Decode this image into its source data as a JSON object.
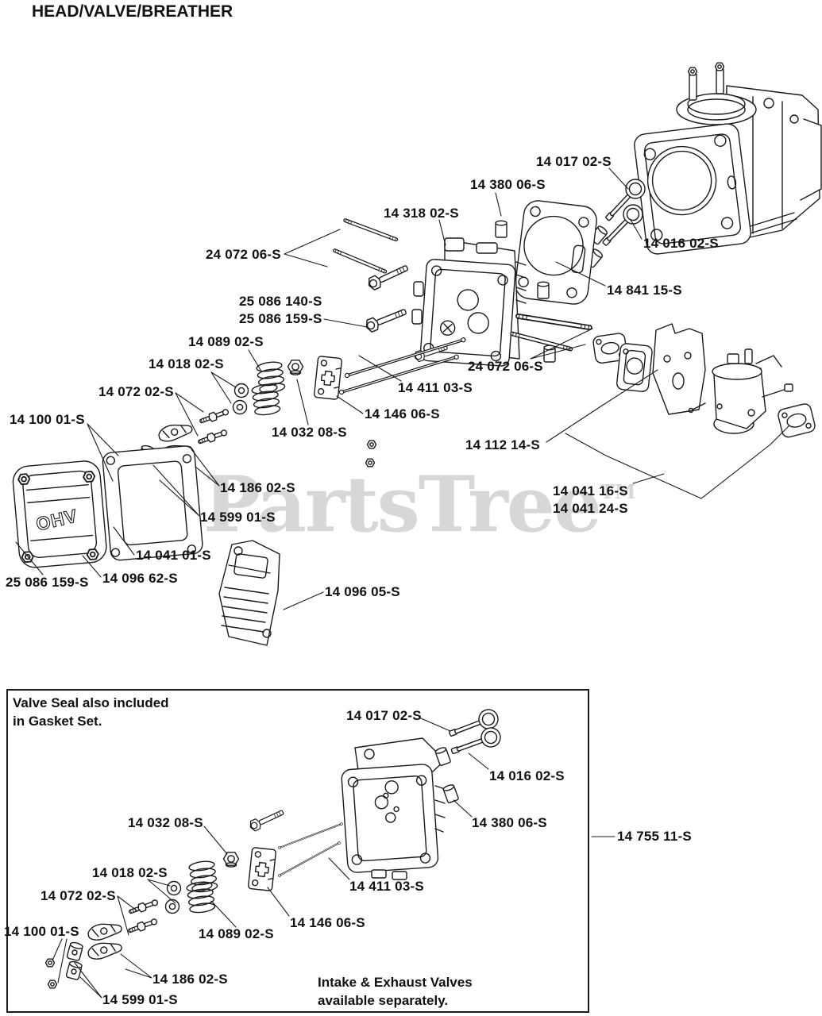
{
  "title": "HEAD/VALVE/BREATHER",
  "watermark": {
    "text": "PartsTree",
    "tm": "TM"
  },
  "colors": {
    "line": "#1a1a1a",
    "watermark": "#d7d7d7",
    "background": "#ffffff"
  },
  "cover_emboss": "OHV",
  "upper_labels": [
    {
      "text": "14 017 02-S"
    },
    {
      "text": "14 380 06-S"
    },
    {
      "text": "14 318 02-S"
    },
    {
      "text": "24 072 06-S"
    },
    {
      "text": "14 016 02-S"
    },
    {
      "text": "14 841 15-S"
    },
    {
      "text": "25 086 140-S"
    },
    {
      "text": "25 086 159-S"
    },
    {
      "text": "14 089 02-S"
    },
    {
      "text": "14 018 02-S"
    },
    {
      "text": "24 072 06-S"
    },
    {
      "text": "14 072 02-S"
    },
    {
      "text": "14 411 03-S"
    },
    {
      "text": "14 100 01-S"
    },
    {
      "text": "14 146 06-S"
    },
    {
      "text": "14 032 08-S"
    },
    {
      "text": "14 112 14-S"
    },
    {
      "text": "14 186 02-S"
    },
    {
      "text": "14 041 16-S"
    },
    {
      "text": "14 041 24-S"
    },
    {
      "text": "14 599 01-S"
    },
    {
      "text": "14 041 01-S"
    },
    {
      "text": "14 096 62-S"
    },
    {
      "text": "25 086 159-S"
    },
    {
      "text": "14 096 05-S"
    }
  ],
  "lower_labels": [
    {
      "text": "14 017 02-S"
    },
    {
      "text": "14 016 02-S"
    },
    {
      "text": "14 380 06-S"
    },
    {
      "text": "14 032 08-S"
    },
    {
      "text": "14 018 02-S"
    },
    {
      "text": "14 411 03-S"
    },
    {
      "text": "14 072 02-S"
    },
    {
      "text": "14 146 06-S"
    },
    {
      "text": "14 100 01-S"
    },
    {
      "text": "14 089 02-S"
    },
    {
      "text": "14 186 02-S"
    },
    {
      "text": "14 599 01-S"
    }
  ],
  "outside_label": {
    "text": "14 755 11-S"
  },
  "note_box": {
    "valve_seal_note": "Valve Seal also included\nin Gasket Set.",
    "valves_note": "Intake & Exhaust Valves\navailable separately."
  }
}
